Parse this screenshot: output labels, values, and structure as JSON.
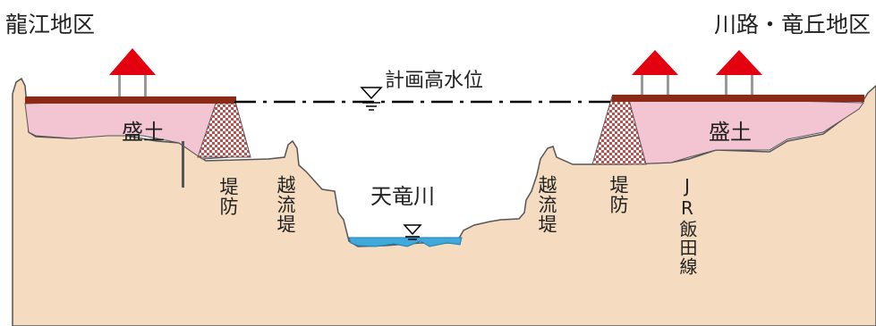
{
  "labels": {
    "left_region": "龍江地区",
    "right_region": "川路・竜丘地区",
    "plan_water_level": "計画高水位",
    "river": "天竜川",
    "fill_left": "盛土",
    "fill_right": "盛土",
    "levee_left": "堤防",
    "overflow_left": "越流堤",
    "overflow_right": "越流堤",
    "levee_right": "堤防",
    "jr_line": "JR飯田線"
  },
  "colors": {
    "ground": "#f5dcc0",
    "ground_outline": "#555555",
    "fill": "#f3c4d2",
    "road": "#8b2a16",
    "house_roof": "#e3000f",
    "water": "#3fa9dc",
    "levee_hatch": "#c0504d"
  },
  "icons": {
    "water_level": "water-level-icon",
    "house": "house-icon"
  }
}
